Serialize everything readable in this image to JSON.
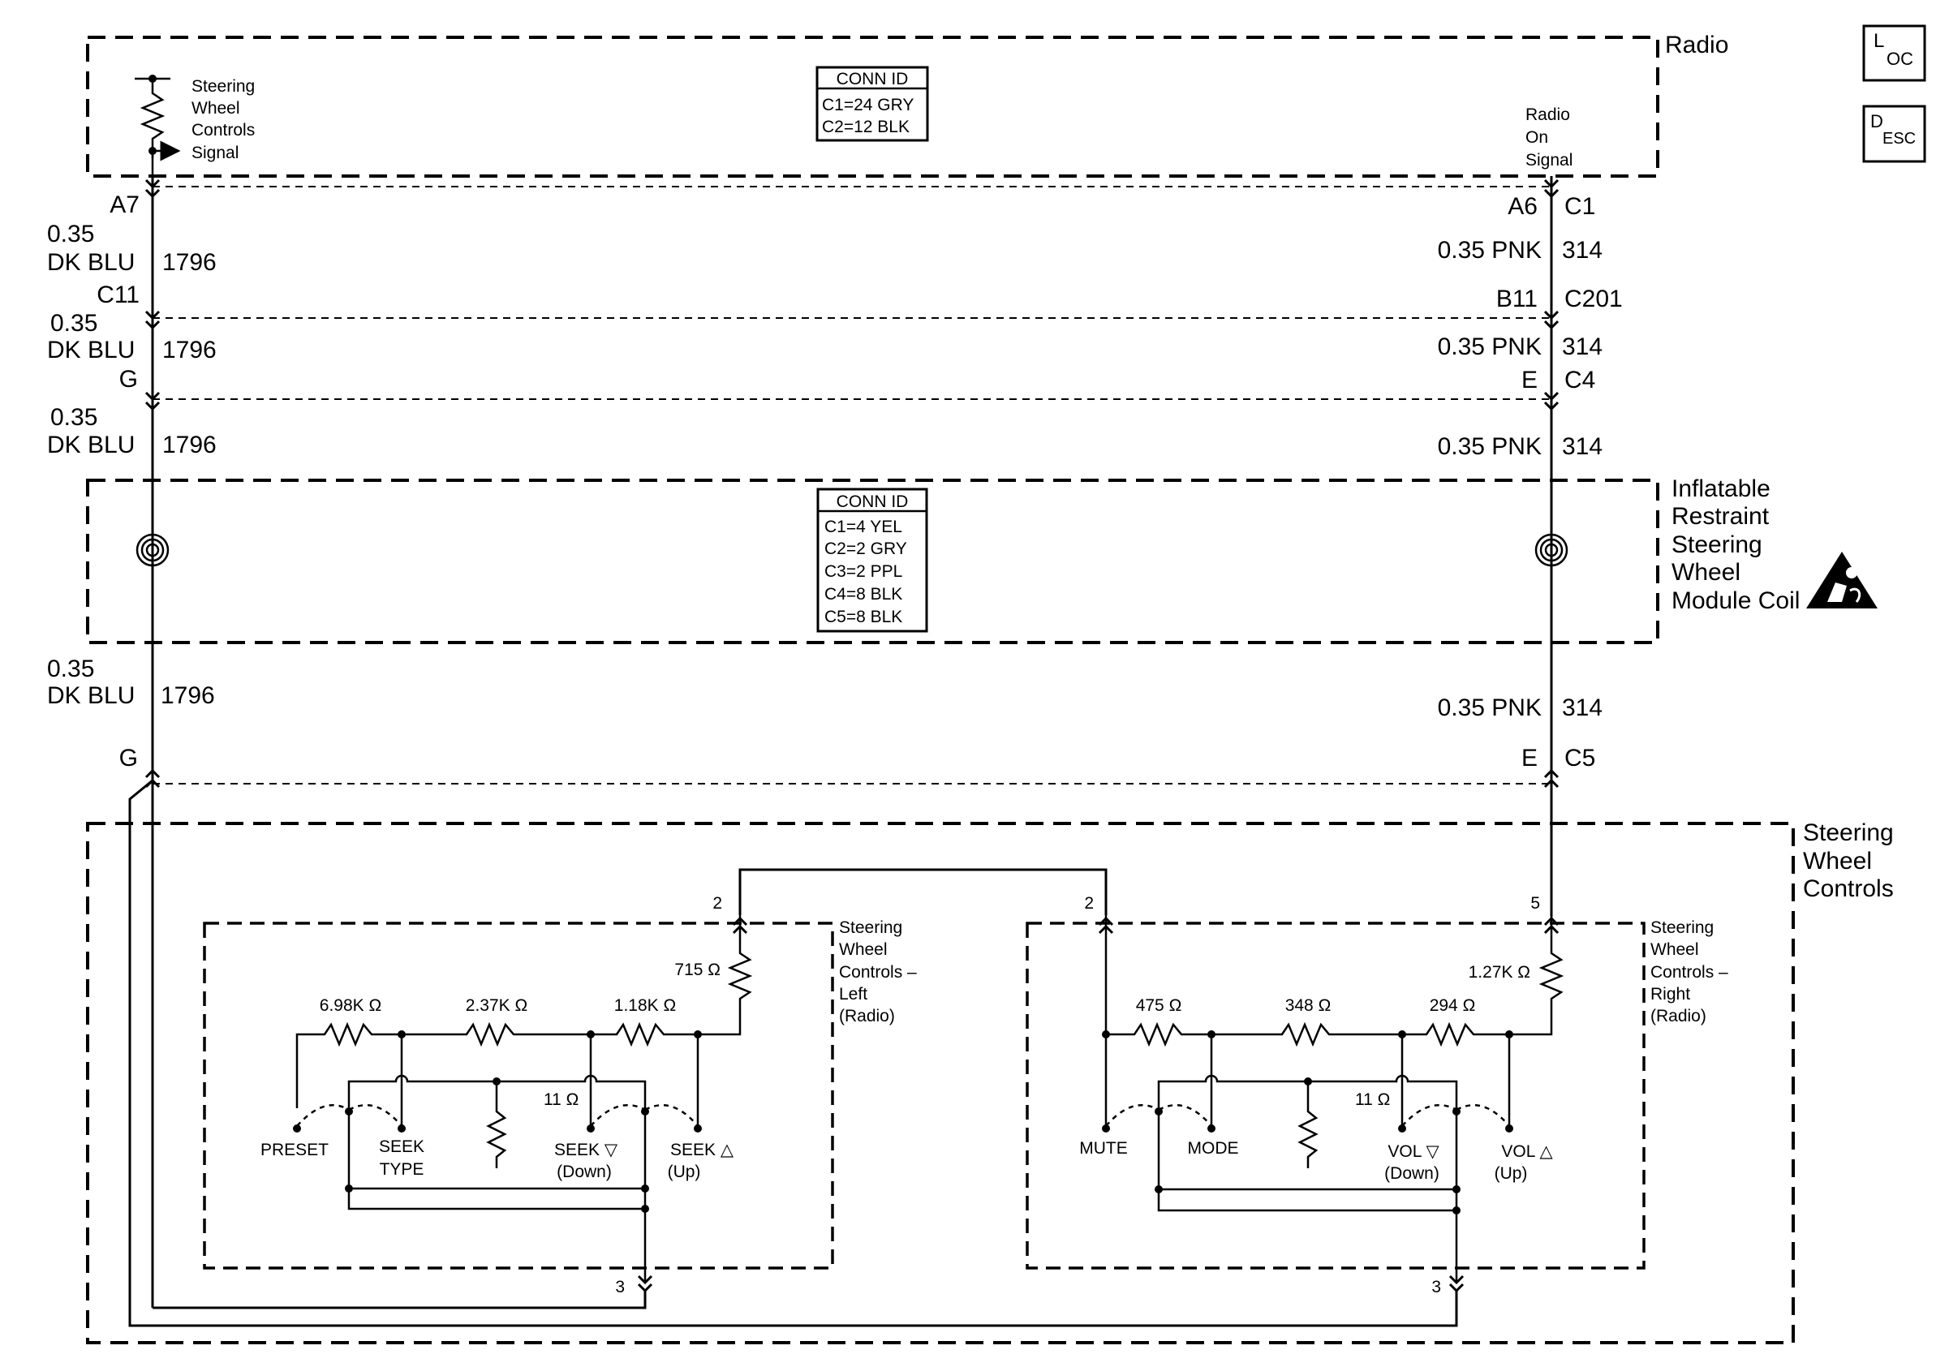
{
  "components": {
    "radio": {
      "title": "Radio",
      "left_signal": [
        "Steering",
        "Wheel",
        "Controls",
        "Signal"
      ],
      "right_signal": [
        "Radio",
        "On",
        "Signal"
      ],
      "conn_id": {
        "header": "CONN ID",
        "lines": [
          "C1=24 GRY",
          "C2=12 BLK"
        ]
      }
    },
    "coil": {
      "title": [
        "Inflatable",
        "Restraint",
        "Steering",
        "Wheel",
        "Module Coil"
      ],
      "conn_id": {
        "header": "CONN ID",
        "lines": [
          "C1=4 YEL",
          "C2=2 GRY",
          "C3=2 PPL",
          "C4=8 BLK",
          "C5=8 BLK"
        ]
      }
    },
    "swc": {
      "title": [
        "Steering",
        "Wheel",
        "Controls"
      ],
      "left_title": [
        "Steering",
        "Wheel",
        "Controls –",
        "Left",
        "(Radio)"
      ],
      "right_title": [
        "Steering",
        "Wheel",
        "Controls –",
        "Right",
        "(Radio)"
      ]
    }
  },
  "left_wire": {
    "pin_radio": "A7",
    "segments": [
      {
        "gauge": "0.35",
        "color": "DK BLU",
        "circuit": "1796"
      },
      {
        "gauge": "0.35",
        "color": "DK BLU",
        "circuit": "1796"
      },
      {
        "gauge": "0.35",
        "color": "DK BLU",
        "circuit": "1796"
      },
      {
        "gauge": "0.35",
        "color": "DK BLU",
        "circuit": "1796"
      }
    ],
    "pin_c201": "C11",
    "pin_c4": "G",
    "pin_c5": "G"
  },
  "right_wire": {
    "pin_radio": "A6",
    "conn_radio": "C1",
    "segments": [
      {
        "label": "0.35 PNK",
        "circuit": "314"
      },
      {
        "label": "0.35 PNK",
        "circuit": "314"
      },
      {
        "label": "0.35 PNK",
        "circuit": "314"
      },
      {
        "label": "0.35 PNK",
        "circuit": "314"
      }
    ],
    "pin_c201": "B11",
    "conn_c201": "C201",
    "pin_c4": "E",
    "conn_c4": "C4",
    "pin_c5": "E",
    "conn_c5": "C5"
  },
  "left_module": {
    "pin_top": "2",
    "pin_bottom": "3",
    "resistors": {
      "r_series": "715 Ω",
      "r1": "6.98K Ω",
      "r2": "2.37K Ω",
      "r3": "1.18K Ω",
      "r_bus": "11 Ω"
    },
    "switches": {
      "s1": "PRESET",
      "s2": [
        "SEEK",
        "TYPE"
      ],
      "s3": [
        "SEEK ▽",
        "(Down)"
      ],
      "s4": [
        "SEEK △",
        "(Up)"
      ]
    }
  },
  "right_module": {
    "pin_top_left": "2",
    "pin_top_right": "5",
    "pin_bottom": "3",
    "resistors": {
      "r_series": "1.27K Ω",
      "r1": "475 Ω",
      "r2": "348 Ω",
      "r3": "294 Ω",
      "r_bus": "11 Ω"
    },
    "switches": {
      "s1": "MUTE",
      "s2": "MODE",
      "s3": [
        "VOL ▽",
        "(Down)"
      ],
      "s4": [
        "VOL △",
        "(Up)"
      ]
    }
  },
  "badges": {
    "loc": {
      "big": "L",
      "sub": "OC"
    },
    "desc": {
      "big": "D",
      "sub": "ESC"
    }
  }
}
